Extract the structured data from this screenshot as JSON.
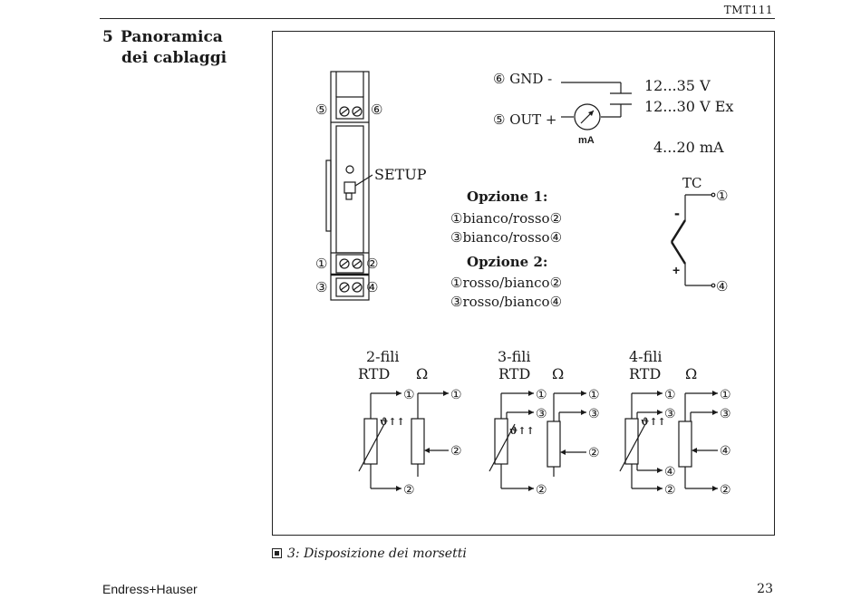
{
  "header": {
    "doc_code": "TMT111"
  },
  "section": {
    "number": "5",
    "title_line1": "Panoramica",
    "title_line2": "dei cablaggi"
  },
  "diagram": {
    "setup_label": "SETUP",
    "terminals": {
      "t1": "①",
      "t2": "②",
      "t3": "③",
      "t4": "④",
      "t5": "⑤",
      "t6": "⑥"
    },
    "power": {
      "gnd_label": "⑥ GND -",
      "out_label": "⑤ OUT +",
      "ma_label": "mA",
      "voltage1": "12...35 V",
      "voltage2": "12...30 V Ex",
      "current": "4...20 mA"
    },
    "options": {
      "opt1_title": "Opzione 1:",
      "opt1_line1": "①bianco/rosso②",
      "opt1_line2": "③bianco/rosso④",
      "opt2_title": "Opzione 2:",
      "opt2_line1": "①rosso/bianco②",
      "opt2_line2": "③rosso/bianco④"
    },
    "tc": {
      "label": "TC",
      "minus": "-",
      "plus": "+"
    },
    "rtd": {
      "two_wire": "2-fili",
      "three_wire": "3-fili",
      "four_wire": "4-fili",
      "rtd_label": "RTD",
      "ohm_label": "Ω",
      "theta_symbol": "ϑ↑↑"
    }
  },
  "caption": {
    "text": "3: Disposizione dei morsetti"
  },
  "footer": {
    "brand": "Endress+Hauser",
    "page_number": "23"
  }
}
